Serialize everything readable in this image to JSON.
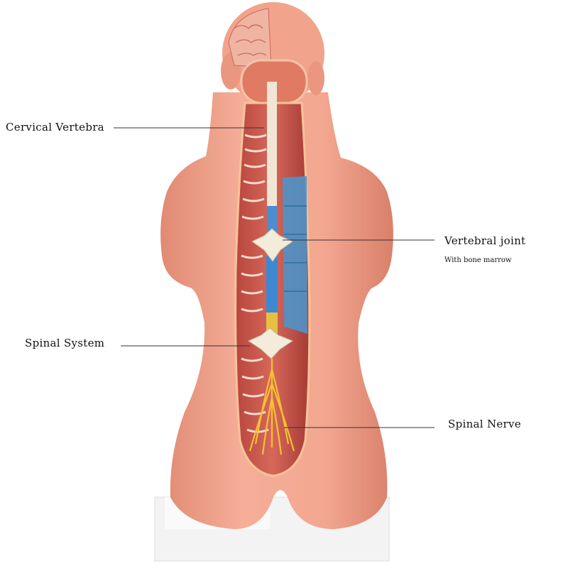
{
  "labels": {
    "cervical": "Cervical Vertebra",
    "vertebral_joint": "Vertebral joint",
    "vertebral_joint_sub": "With bone marrow",
    "spinal_system": "Spinal System",
    "spinal_nerve": "Spinal Nerve"
  },
  "colors": {
    "skin": "#f0a48e",
    "skin_shadow": "#d97f6a",
    "muscle": "#c8554a",
    "bone": "#f3ead9",
    "cord_blue": "#3f8fcf",
    "nerve_yellow": "#f6c230",
    "base": "#f4f4f4"
  }
}
